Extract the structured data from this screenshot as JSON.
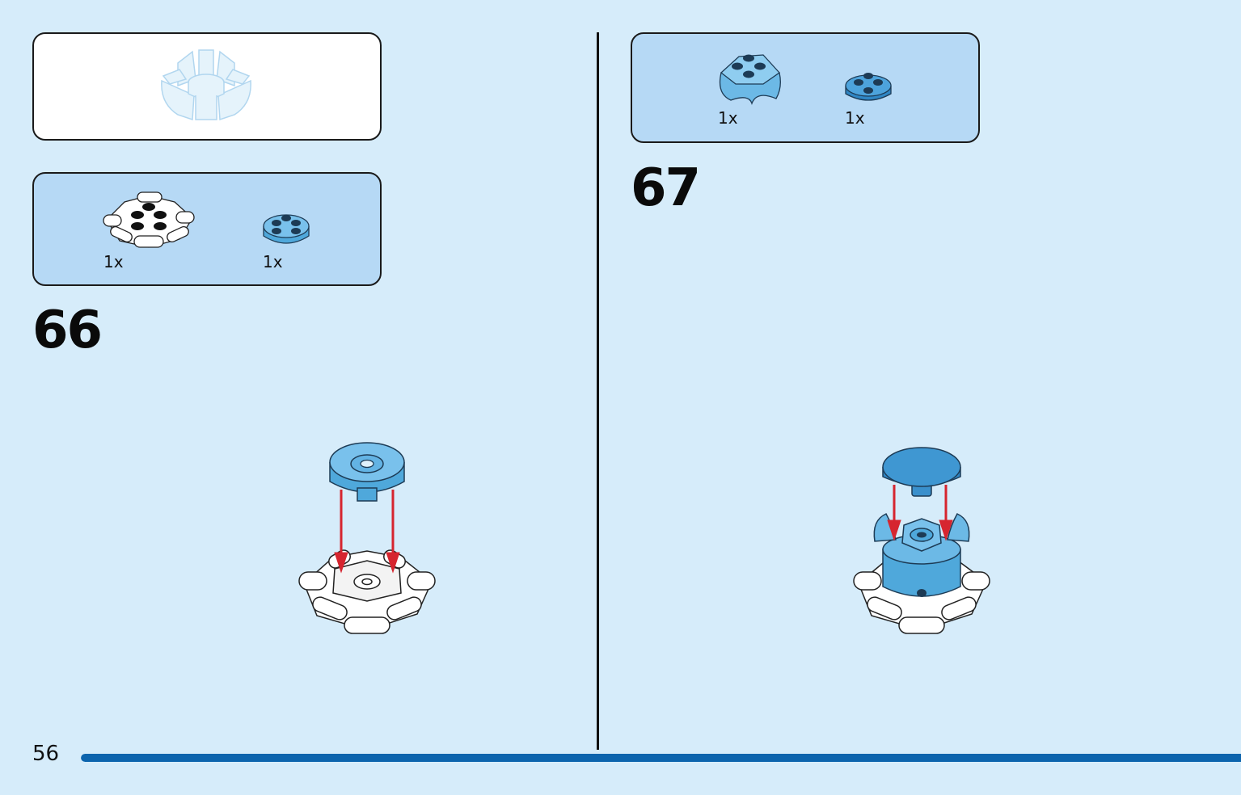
{
  "page": {
    "number": "56",
    "progress_percent": 100
  },
  "left": {
    "submodel_callout": {
      "icon": "submodel-preview-icon"
    },
    "parts_list": {
      "items": [
        {
          "qty": "1x",
          "icon": "white-hub-with-bars-icon"
        },
        {
          "qty": "1x",
          "icon": "round-plate-2x2-blue-icon"
        }
      ]
    },
    "step": {
      "number": "66",
      "icon": "assembly-step-66-icon"
    }
  },
  "right": {
    "parts_list": {
      "items": [
        {
          "qty": "1x",
          "icon": "curved-plate-blue-icon"
        },
        {
          "qty": "1x",
          "icon": "round-plate-blue-icon"
        }
      ]
    },
    "step": {
      "number": "67",
      "icon": "assembly-step-67-icon"
    }
  },
  "colors": {
    "background": "#d6ecfa",
    "parts_box": "#b6d9f5",
    "brick_blue": "#5fb3e0",
    "arrow_red": "#d6252f",
    "progress": "#0c64ad"
  }
}
